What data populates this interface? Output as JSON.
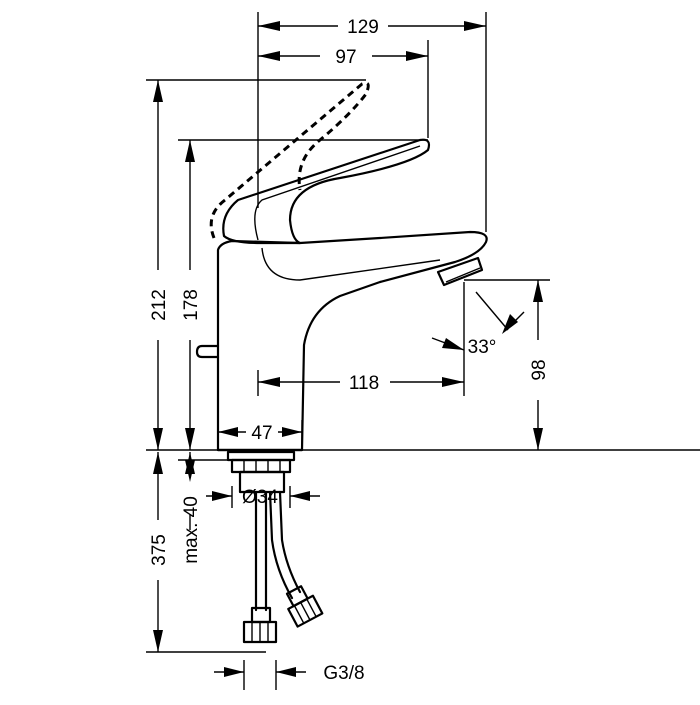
{
  "dimensions": {
    "overall_length": "129",
    "handle_length": "97",
    "total_height": "212",
    "handle_height": "178",
    "spout_reach": "118",
    "spout_height": "98",
    "spray_angle": "33°",
    "base_diameter": "47",
    "mount_hole": "Ø34",
    "max_deck_thickness": "max. 40",
    "hose_length": "375",
    "connection_thread": "G3/8"
  },
  "colors": {
    "line": "#000000",
    "background": "#ffffff"
  }
}
